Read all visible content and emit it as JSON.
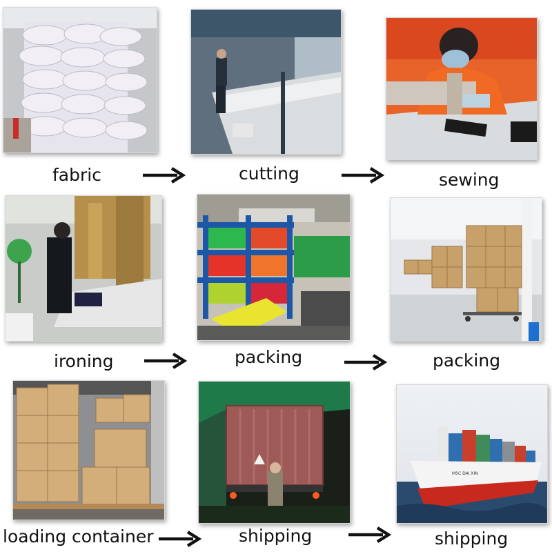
{
  "steps": [
    {
      "label": "fabric"
    },
    {
      "label": "cutting"
    },
    {
      "label": "sewing"
    },
    {
      "label": "ironing"
    },
    {
      "label": "packing"
    },
    {
      "label": "packing"
    },
    {
      "label": "loading container"
    },
    {
      "label": "shipping"
    },
    {
      "label": "shipping"
    }
  ],
  "ship_hull_text": "MSC DAI XIN",
  "colors": {
    "arrow": "#111111",
    "ship_hull": "#c8291e",
    "shelf_blue": "#1d57a8",
    "carton": "#c8a06a",
    "tarp_green": "#1f7a4a"
  }
}
